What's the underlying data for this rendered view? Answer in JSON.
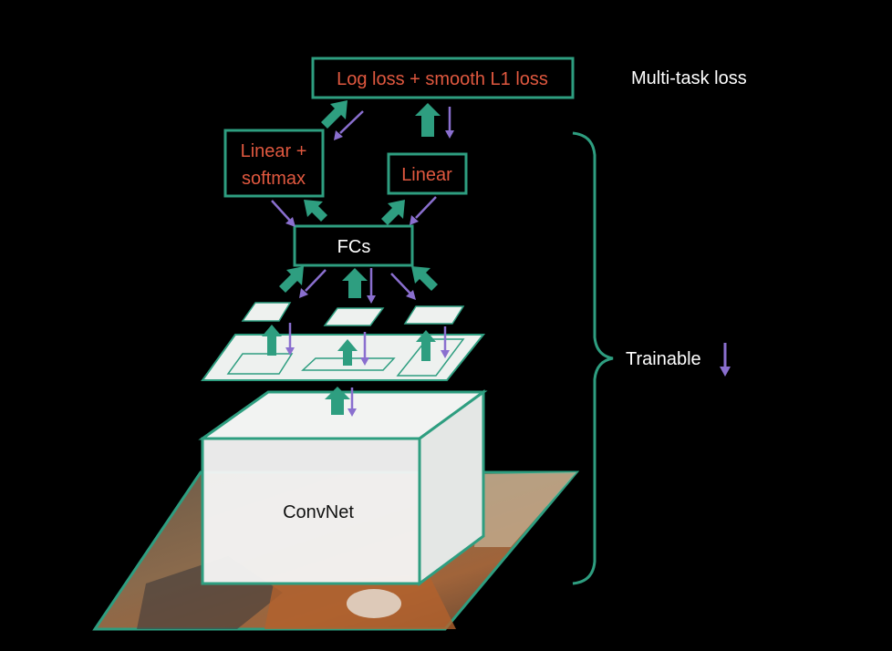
{
  "boxes": {
    "loss": "Log loss + smooth L1 loss",
    "softmax_line1": "Linear +",
    "softmax_line2": "softmax",
    "linear": "Linear",
    "fcs": "FCs",
    "convnet": "ConvNet"
  },
  "annotations": {
    "multitask": "Multi-task loss",
    "trainable": "Trainable"
  },
  "colors": {
    "background": "#000000",
    "box_border": "#2e9e80",
    "loss_text": "#e0583f",
    "up_arrow": "#2e9e80",
    "down_arrow": "#8a6fcf",
    "plane_fill": "#eef1ef"
  },
  "icons": {
    "up": "green-up-arrow-icon",
    "down": "purple-down-arrow-icon"
  }
}
